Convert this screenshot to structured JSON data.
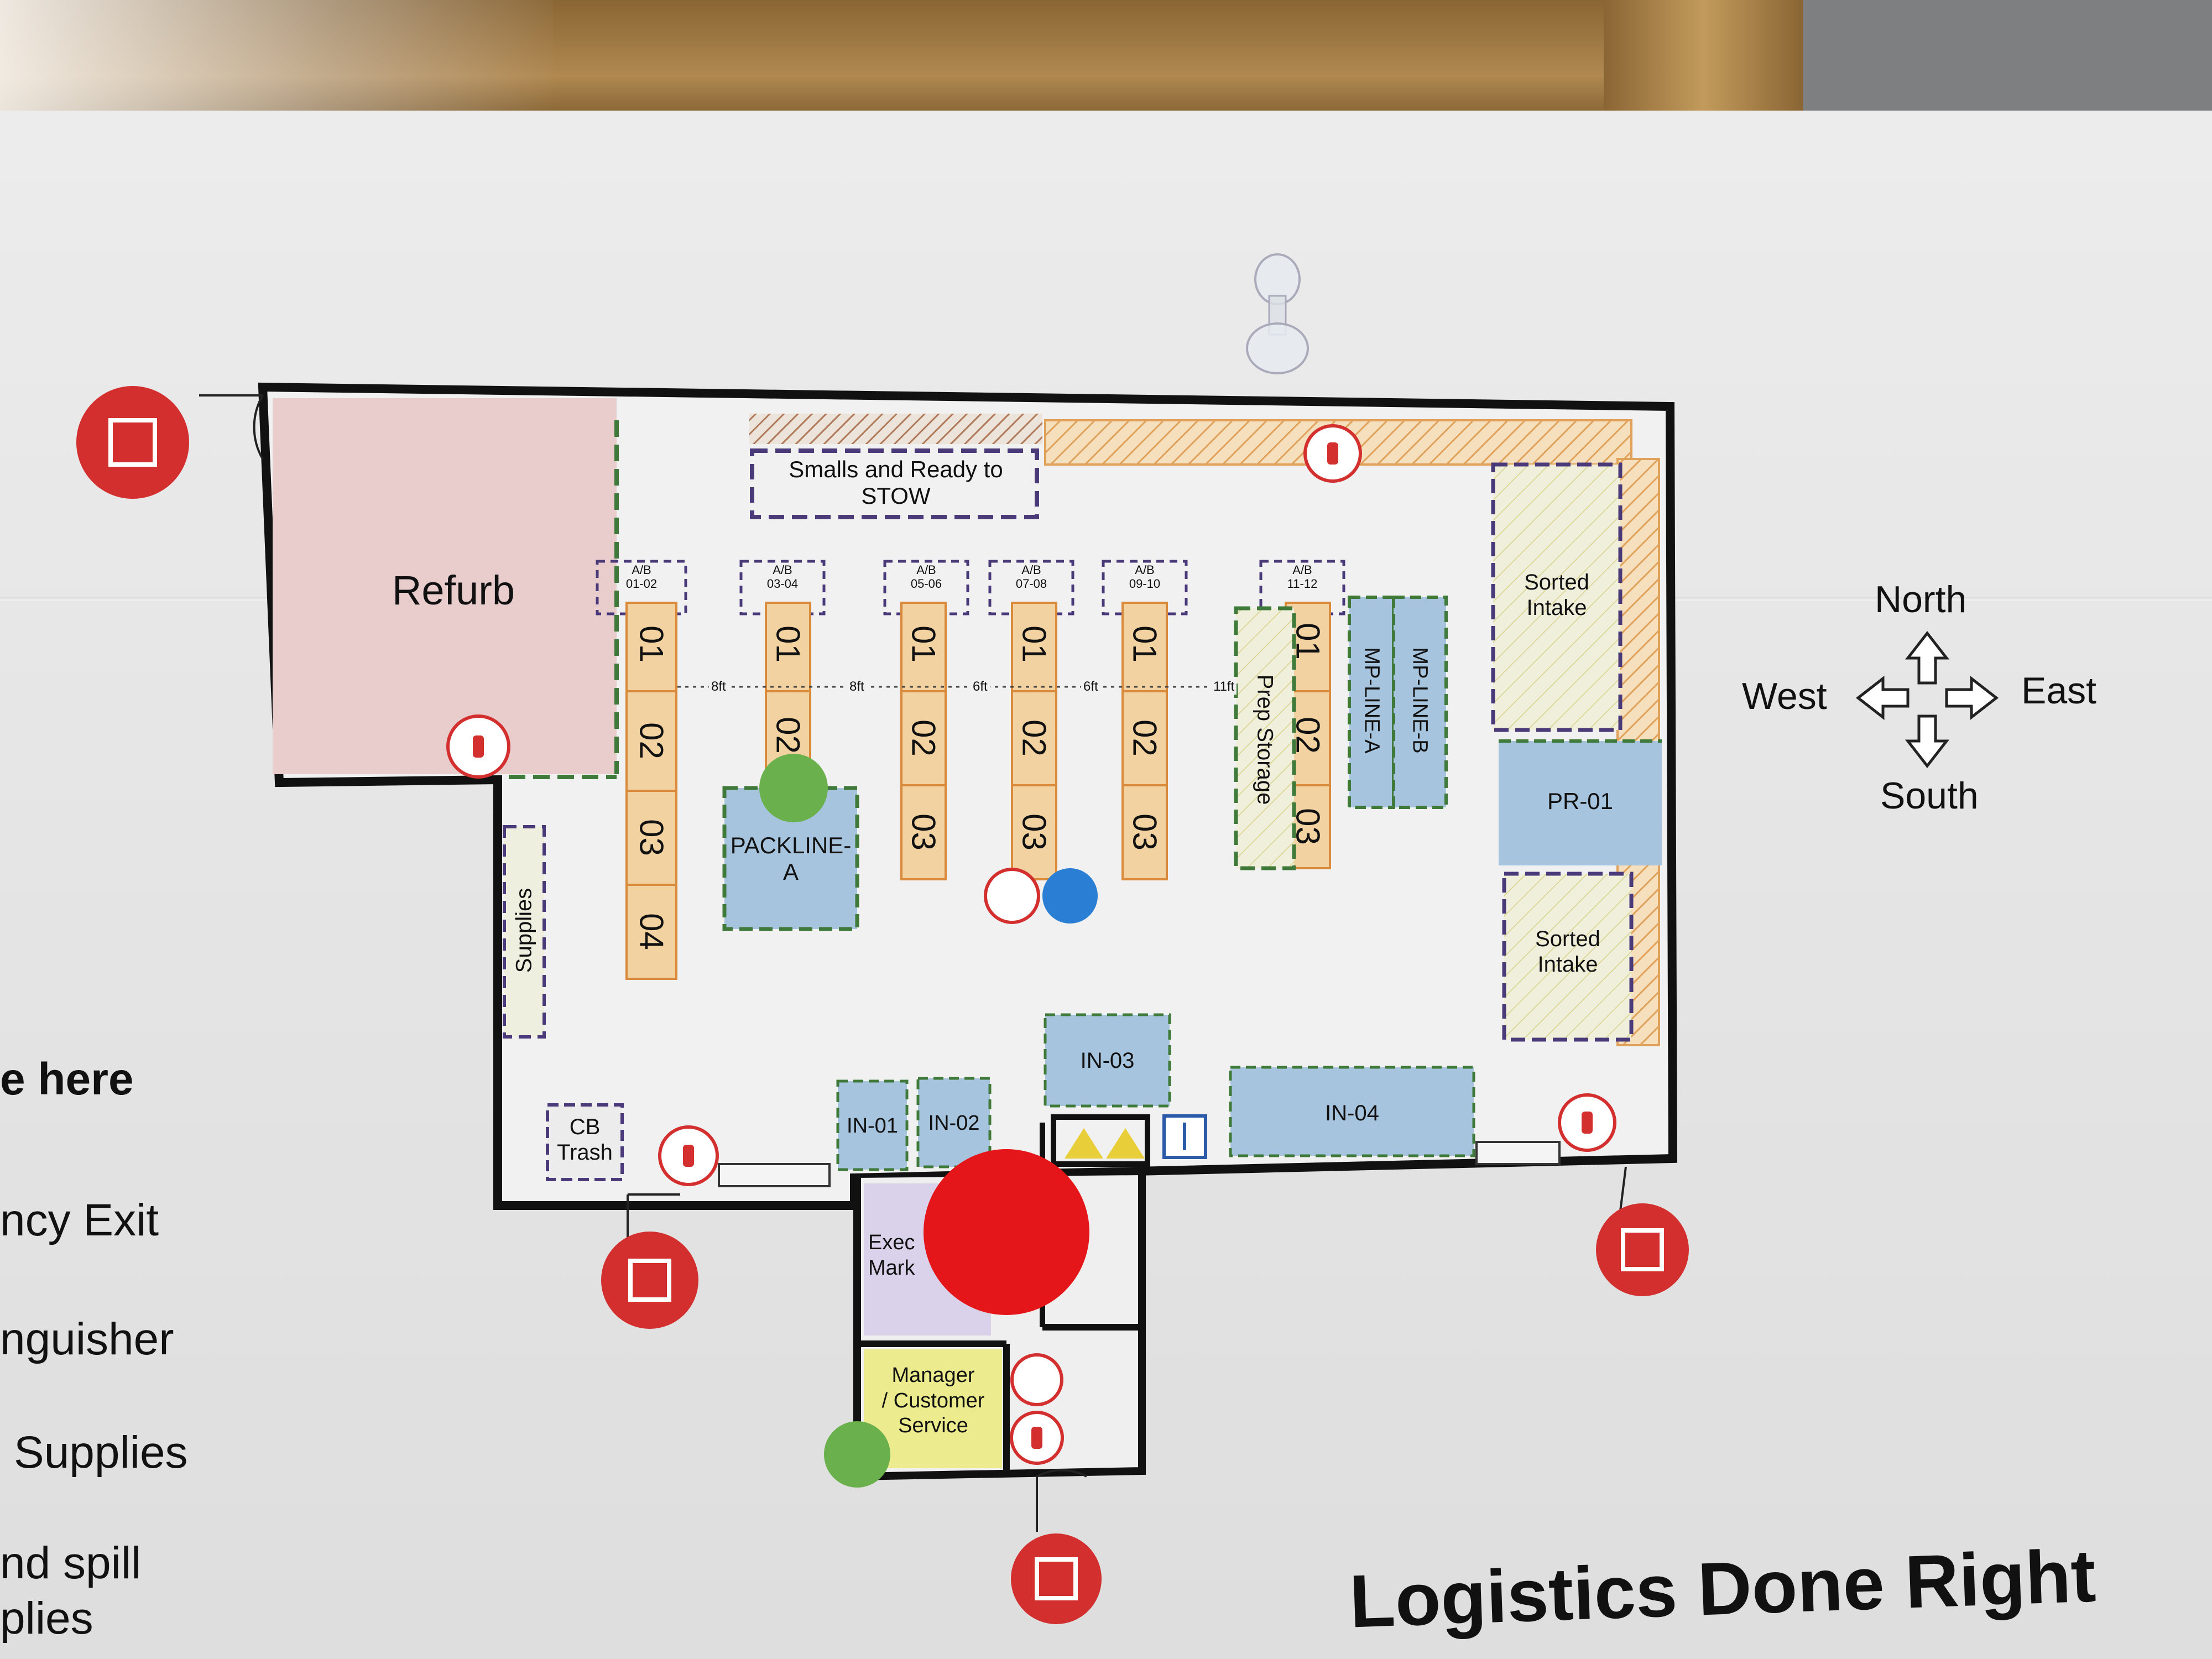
{
  "map": {
    "slogan": "Logistics Done Right",
    "compass": {
      "north": "North",
      "south": "South",
      "east": "East",
      "west": "West"
    },
    "zones": {
      "refurb": "Refurb",
      "smalls_line1": "Smalls and Ready to",
      "smalls_line2": "STOW",
      "sorted_intake_1_line1": "Sorted",
      "sorted_intake_1_line2": "Intake",
      "sorted_intake_2_line1": "Sorted",
      "sorted_intake_2_line2": "Intake",
      "pr01": "PR-01",
      "packline_line1": "PACKLINE-",
      "packline_line2": "A",
      "mp_line_a": "MP-LINE-A",
      "mp_line_b": "MP-LINE-B",
      "prep_storage": "Prep Storage",
      "supplies": "Supplies",
      "cb_line1": "CB",
      "cb_line2": "Trash",
      "in01": "IN-01",
      "in02": "IN-02",
      "in03": "IN-03",
      "in04": "IN-04",
      "exec_line1": "Exec",
      "exec_line2": "Mark",
      "manager_line1": "Manager",
      "manager_line2": "/ Customer",
      "manager_line3": "Service"
    },
    "aisles": [
      {
        "header_top": "A/B",
        "header_bottom": "01-02",
        "bays": [
          "01",
          "02",
          "03",
          "04"
        ]
      },
      {
        "header_top": "A/B",
        "header_bottom": "03-04",
        "bays": [
          "01",
          "02"
        ]
      },
      {
        "header_top": "A/B",
        "header_bottom": "05-06",
        "bays": [
          "01",
          "02",
          "03"
        ]
      },
      {
        "header_top": "A/B",
        "header_bottom": "07-08",
        "bays": [
          "01",
          "02",
          "03"
        ]
      },
      {
        "header_top": "A/B",
        "header_bottom": "09-10",
        "bays": [
          "01",
          "02",
          "03"
        ]
      },
      {
        "header_top": "A/B",
        "header_bottom": "11-12",
        "bays": [
          "01",
          "02",
          "03"
        ]
      }
    ],
    "spacings": [
      "8ft",
      "8ft",
      "6ft",
      "6ft",
      "11ft"
    ]
  },
  "legend": {
    "heading": "e here",
    "items": [
      "ncy Exit",
      "nguisher",
      "Supplies",
      "nd spill",
      "plies"
    ]
  },
  "colors": {
    "wall": "#111111",
    "refurb": "#e8c9c9",
    "zone_blue": "#a7c4de",
    "rack_orange": "#f2cf9a",
    "hatch_orange": "#d98a3a",
    "green_dash": "#3f7a3a",
    "purple_dash": "#4b3a7a",
    "emergency_red": "#d32f2f",
    "phone_green": "#6ab04c",
    "manager_yellow": "#ecec8e",
    "exec_lilac": "#d9d2ea",
    "tool_blue": "#2a7fd4"
  }
}
